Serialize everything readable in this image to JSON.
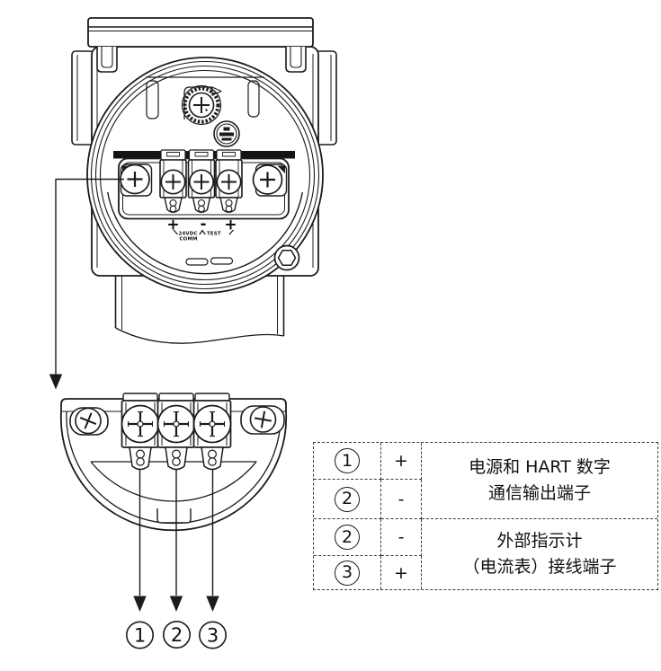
{
  "top_view": {
    "signs": [
      "+",
      "-",
      "+"
    ],
    "label_24vdc": "24VDC",
    "label_comm": "COMM",
    "label_test": "TEST"
  },
  "detail_view": {
    "callouts": [
      "1",
      "2",
      "3"
    ]
  },
  "table": {
    "rows": [
      {
        "num": "1",
        "sign": "+"
      },
      {
        "num": "2",
        "sign": "-"
      },
      {
        "num": "2",
        "sign": "-"
      },
      {
        "num": "3",
        "sign": "+"
      }
    ],
    "group1": {
      "line1": "电源和 HART 数字",
      "line2": "通信输出端子"
    },
    "group2": {
      "line1": "外部指示计",
      "line2": "（电流表）接线端子"
    }
  },
  "colors": {
    "line": "#1b1b1b",
    "background": "#ffffff"
  }
}
